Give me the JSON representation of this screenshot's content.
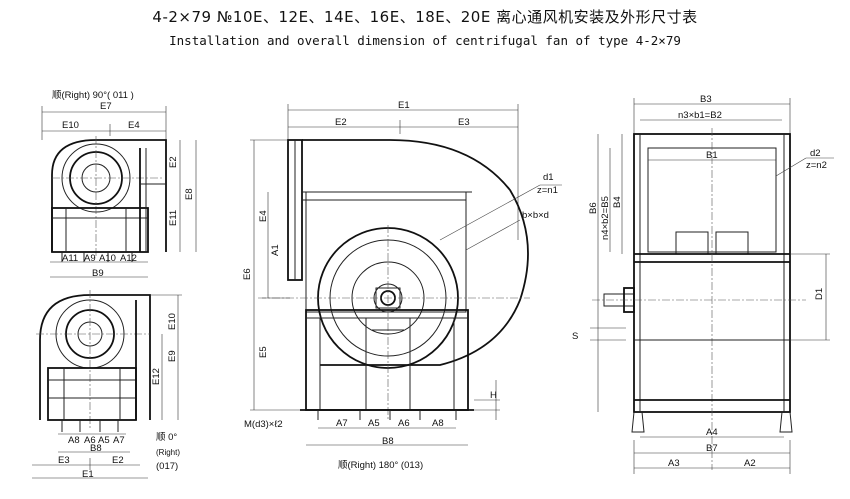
{
  "header": {
    "title": "4-2×79 №10E、12E、14E、16E、18E、20E 离心通风机安装及外形尺寸表",
    "subtitle": "Installation and overall dimension of centrifugal fan of type 4-2×79"
  },
  "view_top_left": {
    "caption": "顺(Right) 90°( 011 )",
    "dims": [
      "E7",
      "E10",
      "E4",
      "E2",
      "E8",
      "E11",
      "A11",
      "A9",
      "A10",
      "A12",
      "B9"
    ]
  },
  "view_bottom_left": {
    "caption_main": "顺 0°",
    "caption_right": "(Right)",
    "caption_code": "(017)",
    "dims": [
      "E10",
      "E9",
      "E12",
      "A8",
      "A6",
      "A5",
      "A7",
      "B8",
      "E3",
      "E2",
      "E1"
    ]
  },
  "view_center": {
    "caption": "顺(Right) 180° (013)",
    "dims": [
      "E1",
      "E2",
      "E3",
      "E4",
      "A1",
      "E6",
      "E5",
      "d1",
      "z=n1",
      "b×b×d",
      "H",
      "M(d3)×ℓ2",
      "A7",
      "A5",
      "A6",
      "A8",
      "B8"
    ]
  },
  "view_right": {
    "dims": [
      "B3",
      "n3×b1=B2",
      "B1",
      "B6",
      "n4×b2=B5",
      "B4",
      "d2",
      "z=n2",
      "D1",
      "S",
      "A4",
      "B7",
      "A3",
      "A2"
    ]
  }
}
